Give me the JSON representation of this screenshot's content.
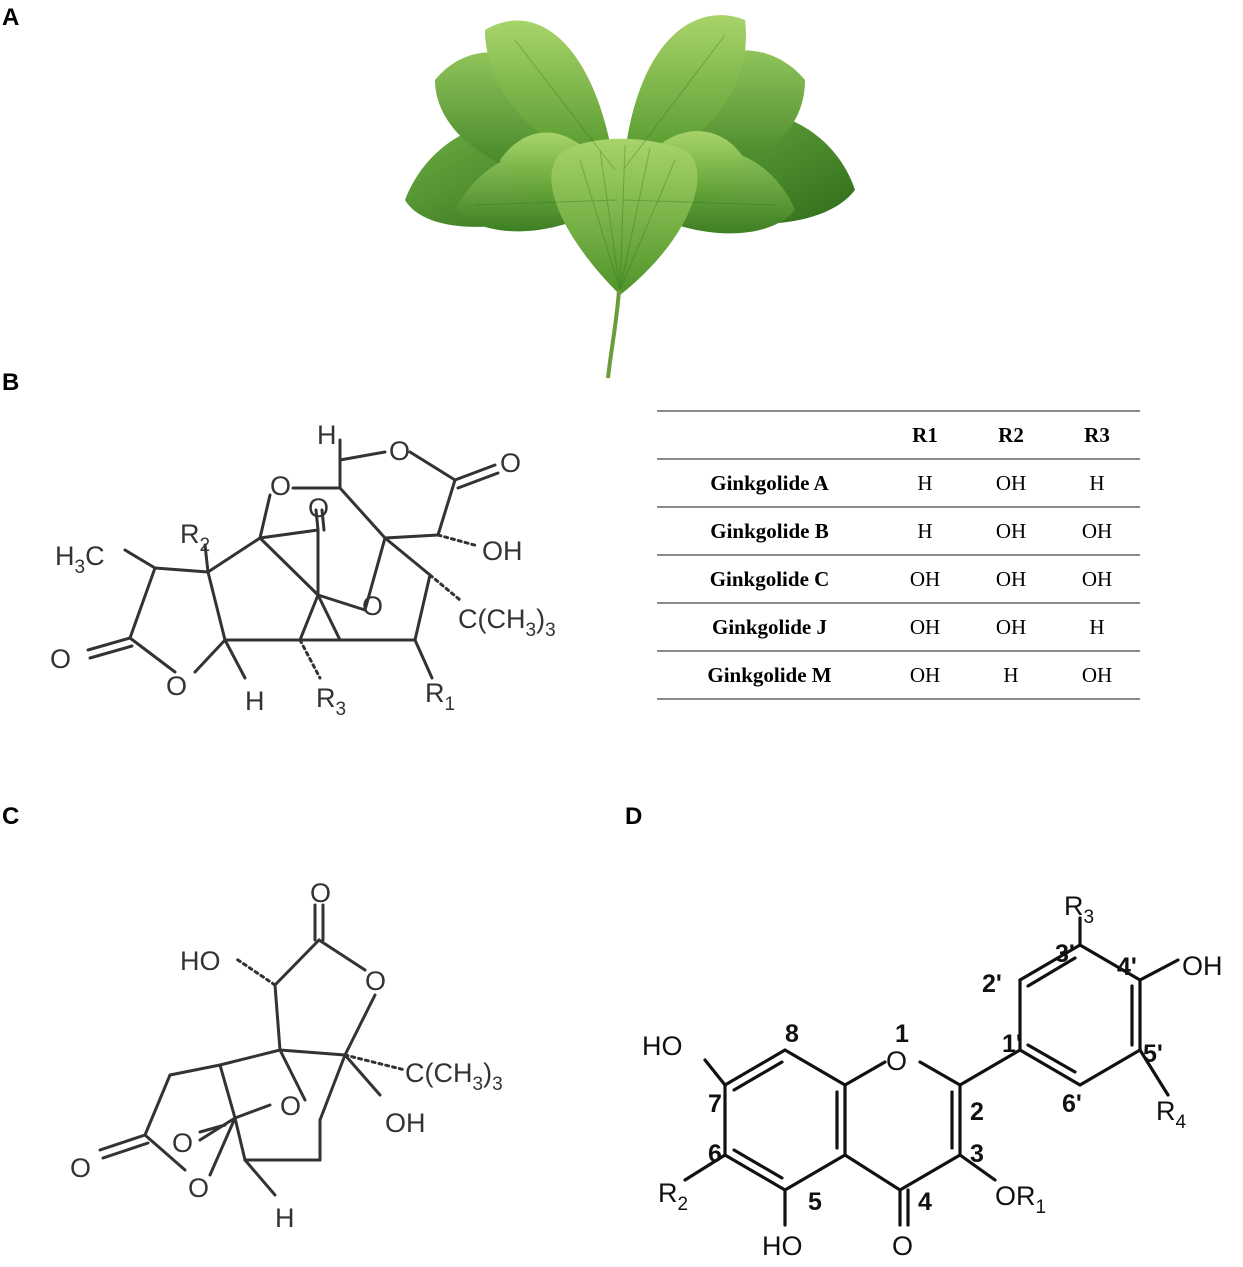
{
  "panels": {
    "a": "A",
    "b": "B",
    "c": "C",
    "d": "D"
  },
  "table": {
    "headers": [
      "",
      "R1",
      "R2",
      "R3"
    ],
    "rows": [
      [
        "Ginkgolide A",
        "H",
        "OH",
        "H"
      ],
      [
        "Ginkgolide B",
        "H",
        "OH",
        "OH"
      ],
      [
        "Ginkgolide C",
        "OH",
        "OH",
        "OH"
      ],
      [
        "Ginkgolide J",
        "OH",
        "OH",
        "H"
      ],
      [
        "Ginkgolide M",
        "OH",
        "H",
        "OH"
      ]
    ]
  },
  "struct_b": {
    "h_top": "H",
    "o_ring1": "O",
    "o_carbonyl1": "O",
    "o_bridge": "O",
    "o_carbonyl2": "O",
    "oh": "OH",
    "h3c": "H",
    "h3c_c": "C",
    "h3c_sub": "3",
    "r2": "R",
    "r2_sub": "2",
    "tbu_a": "C(CH",
    "tbu_sub": "3",
    "tbu_b": ")",
    "tbu_sub2": "3",
    "o_lactone": "O",
    "o_ring2": "O",
    "o_ring3": "O",
    "h_bottom": "H",
    "r3": "R",
    "r3_sub": "3",
    "r1": "R",
    "r1_sub": "1"
  },
  "struct_c": {
    "o_top": "O",
    "ho": "HO",
    "o_ring": "O",
    "tbu_a": "C(CH",
    "tbu_sub": "3",
    "tbu_b": ")",
    "tbu_sub2": "3",
    "o_mid": "O",
    "oh": "OH",
    "o_left": "O",
    "o_ring2": "O",
    "o_carb": "O",
    "h": "H"
  },
  "struct_d": {
    "r3": "R",
    "r3_sub": "3",
    "oh_4": "OH",
    "n4p": "4'",
    "n3p": "3'",
    "n2p": "2'",
    "n1p": "1'",
    "n5p": "5'",
    "n6p": "6'",
    "r4": "R",
    "r4_sub": "4",
    "n1": "1",
    "o1": "O",
    "ho7": "HO",
    "n8": "8",
    "n7": "7",
    "n2": "2",
    "n6": "6",
    "n3": "3",
    "r2": "R",
    "r2_sub": "2",
    "n5": "5",
    "n4": "4",
    "or1": "OR",
    "or1_sub": "1",
    "ho5": "HO",
    "o4": "O"
  }
}
